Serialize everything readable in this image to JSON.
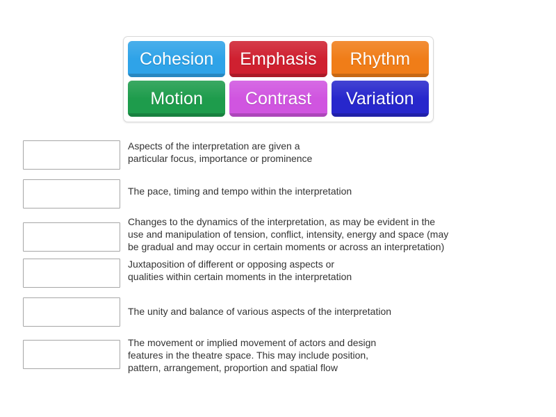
{
  "activity": {
    "type": "match-up",
    "tile_tray": {
      "rows": [
        [
          {
            "label": "Cohesion",
            "color": "#2fa3e8"
          },
          {
            "label": "Emphasis",
            "color": "#cf2030"
          },
          {
            "label": "Rhythm",
            "color": "#f07d18"
          }
        ],
        [
          {
            "label": "Motion",
            "color": "#1e9c4c"
          },
          {
            "label": "Contrast",
            "color": "#d055e0"
          },
          {
            "label": "Variation",
            "color": "#2727cc"
          }
        ]
      ]
    },
    "questions": [
      {
        "dropzone_label": "",
        "lines": [
          "Aspects of the interpretation are given a",
          "particular focus, importance or prominence"
        ]
      },
      {
        "dropzone_label": "",
        "lines": [
          "The pace, timing and tempo within the interpretation"
        ]
      },
      {
        "dropzone_label": "",
        "lines": [
          "Changes to the dynamics of the interpretation, as may be evident in the",
          "use and manipulation of tension, conflict, intensity, energy and space (may",
          "be gradual and may occur in certain moments or across an interpretation)"
        ]
      },
      {
        "dropzone_label": "",
        "lines": [
          "Juxtaposition of different or opposing aspects or",
          "qualities within certain moments in the interpretation"
        ]
      },
      {
        "dropzone_label": "",
        "lines": [
          "The unity and balance of various aspects of the interpretation"
        ]
      },
      {
        "dropzone_label": "",
        "lines": [
          "The movement or implied movement of actors and design",
          "features in the theatre space. This may include position,",
          "pattern, arrangement, proportion and spatial flow"
        ]
      }
    ],
    "colors": {
      "page_background": "#ffffff",
      "tray_border": "#d9d9d9",
      "dropzone_border": "#a6a6a6",
      "text": "#333333",
      "tile_text": "#ffffff"
    }
  }
}
